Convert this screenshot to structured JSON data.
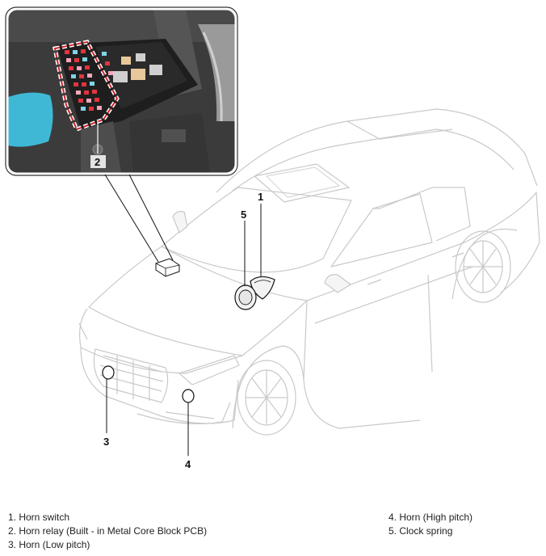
{
  "callouts": {
    "c1": "1",
    "c2": "2",
    "c3": "3",
    "c4": "4",
    "c5": "5"
  },
  "legend": {
    "left": [
      "1. Horn switch",
      "2. Horn relay (Built - in Metal Core Block PCB)",
      "3. Horn (Low pitch)"
    ],
    "right": [
      "4. Horn (High pitch)",
      "5. Clock spring"
    ]
  },
  "colors": {
    "washer_reservoir": "#3fb8d6",
    "relay_highlight": "#d0212a",
    "fuse_red": "#e0353d",
    "fuse_pink": "#f4a6b8",
    "fuse_cyan": "#7fd4e6"
  }
}
